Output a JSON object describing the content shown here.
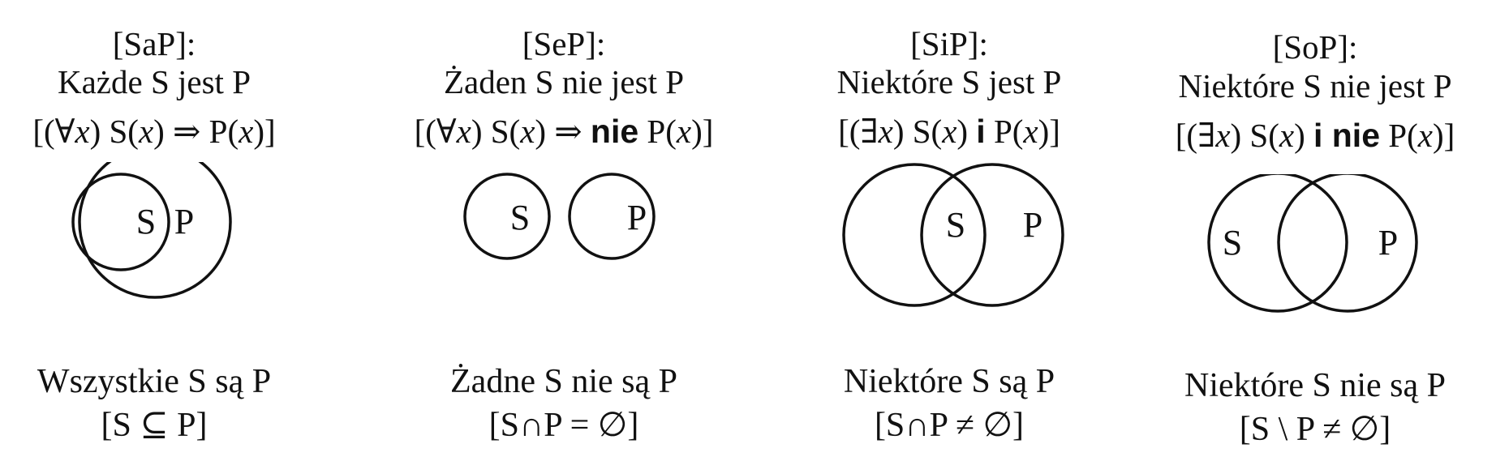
{
  "panels": [
    {
      "code": "[SaP]:",
      "sentence": "Każde S jest P",
      "formula": {
        "open": "[(",
        "quant": "∀",
        "var": "x",
        "mid1": ") S(",
        "var2": "x",
        "mid2": ") ⇒ ",
        "connective": "",
        "mid3": "P(",
        "var3": "x",
        "close": ")]"
      },
      "circle_labels": {
        "s": "S",
        "p": "P"
      },
      "caption": "Wszystkie S są P",
      "set_expression": "[S ⊆ P]"
    },
    {
      "code": "[SeP]:",
      "sentence": "Żaden S nie jest P",
      "formula": {
        "open": "[(",
        "quant": "∀",
        "var": "x",
        "mid1": ") S(",
        "var2": "x",
        "mid2": ") ⇒ ",
        "connective": "nie",
        "mid3": " P(",
        "var3": "x",
        "close": ")]"
      },
      "circle_labels": {
        "s": "S",
        "p": "P"
      },
      "caption": "Żadne S nie są P",
      "set_expression": "[S∩P = ∅]"
    },
    {
      "code": "[SiP]:",
      "sentence": "Niektóre S jest P",
      "formula": {
        "open": "[(",
        "quant": "∃",
        "var": "x",
        "mid1": ") S(",
        "var2": "x",
        "mid2": ") ",
        "connective": "i",
        "mid3": " P(",
        "var3": "x",
        "close": ")]"
      },
      "circle_labels": {
        "s": "S",
        "p": "P"
      },
      "caption": "Niektóre S są P",
      "set_expression": "[S∩P ≠ ∅]"
    },
    {
      "code": "[SoP]:",
      "sentence": "Niektóre S nie jest P",
      "formula": {
        "open": "[(",
        "quant": "∃",
        "var": "x",
        "mid1": ") S(",
        "var2": "x",
        "mid2": ") ",
        "connective": "i nie",
        "mid3": " P(",
        "var3": "x",
        "close": ")]"
      },
      "circle_labels": {
        "s": "S",
        "p": "P"
      },
      "caption": "Niektóre S nie są P",
      "set_expression": "[S \\ P ≠ ∅]"
    }
  ]
}
